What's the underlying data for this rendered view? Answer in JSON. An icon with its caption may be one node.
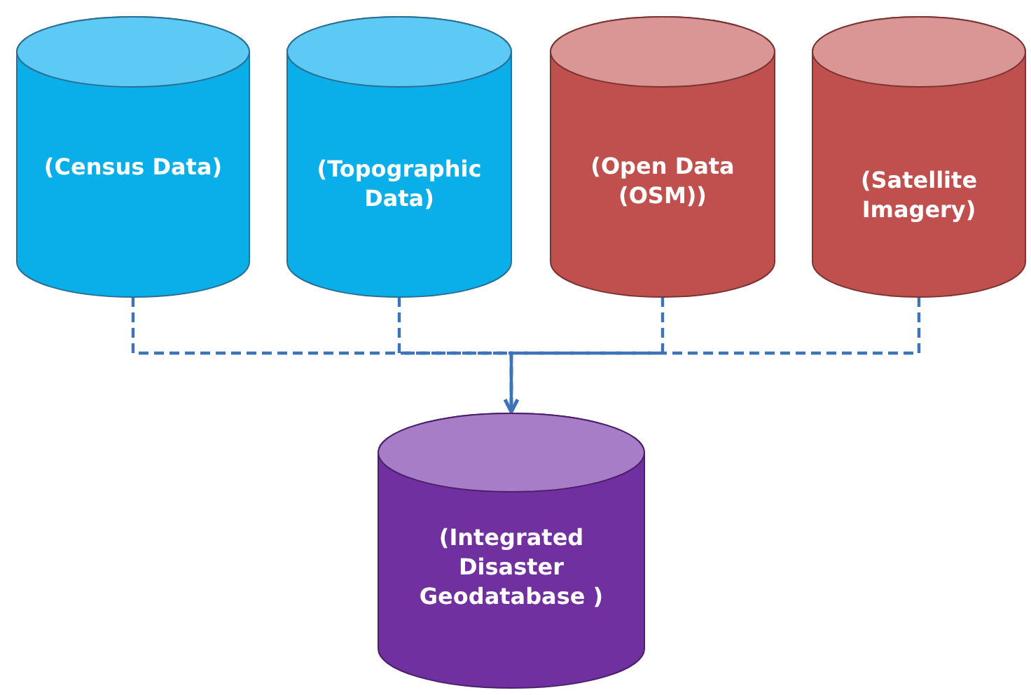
{
  "diagram": {
    "nodes": [
      {
        "text": [
          "(Census Data)"
        ]
      },
      {
        "text": [
          "(Topographic Data)"
        ]
      },
      {
        "text": [
          "(Open Data (OSM))"
        ]
      },
      {
        "text": [
          "(Satellite Imagery)"
        ]
      },
      {
        "text": [
          "(Integrated Disaster Geodatabase )"
        ]
      }
    ],
    "edges": [
      {
        "from": 0,
        "to": 4,
        "arrow": "to",
        "style": "dashed"
      },
      {
        "from": 1,
        "to": 4,
        "arrow": "to",
        "style": "dashed"
      },
      {
        "from": 2,
        "to": 4,
        "arrow": "to",
        "style": "dashed"
      },
      {
        "from": 3,
        "to": 4,
        "arrow": "to",
        "style": "dashed"
      }
    ]
  }
}
